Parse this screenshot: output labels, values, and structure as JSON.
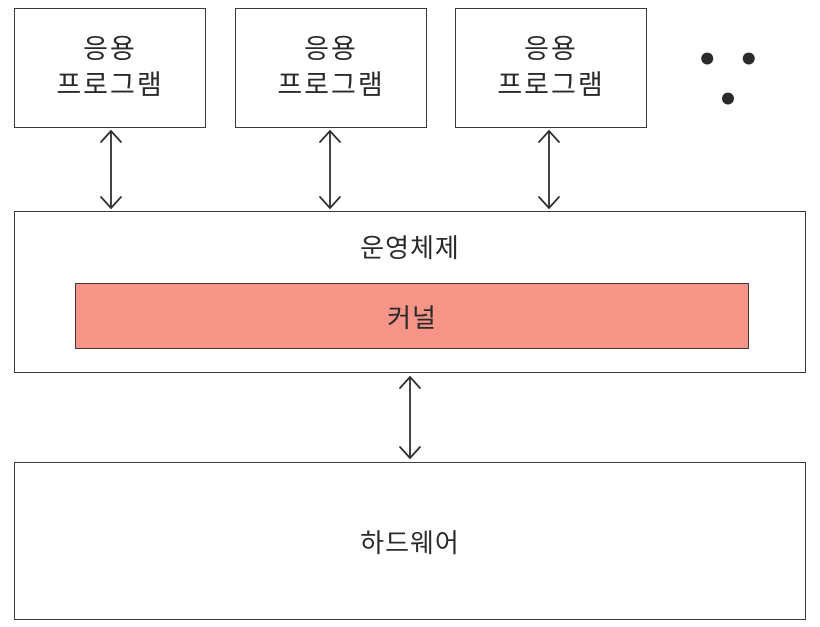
{
  "apps": [
    {
      "line1": "응용",
      "line2": "프로그램"
    },
    {
      "line1": "응용",
      "line2": "프로그램"
    },
    {
      "line1": "응용",
      "line2": "프로그램"
    }
  ],
  "ellipsis": "• • •",
  "os": {
    "label": "운영체제"
  },
  "kernel": {
    "label": "커널",
    "color": "#f69488"
  },
  "hardware": {
    "label": "하드웨어"
  }
}
